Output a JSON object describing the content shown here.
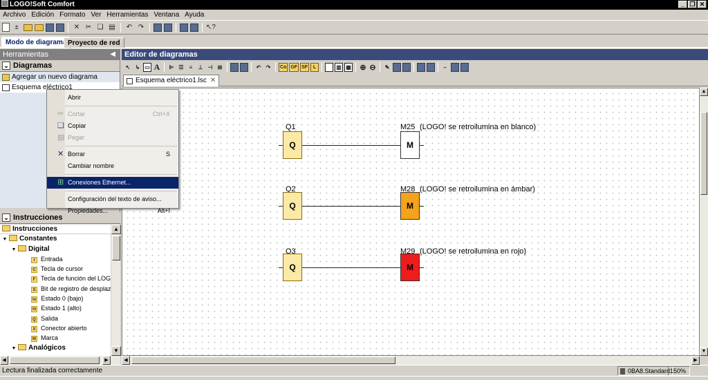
{
  "window": {
    "title": "LOGO!Soft Comfort"
  },
  "menubar": [
    "Archivo",
    "Edición",
    "Formato",
    "Ver",
    "Herramientas",
    "Ventana",
    "Ayuda"
  ],
  "mode_tabs": {
    "active": "Modo de diagrama",
    "inactive": "Proyecto de red"
  },
  "tools_panel": {
    "title": "Herramientas",
    "diagrams_header": "Diagramas",
    "items": [
      {
        "label": "Agregar un nuevo diagrama"
      },
      {
        "label": "Esquema eléctrico1"
      }
    ]
  },
  "context_menu": {
    "items": [
      {
        "label": "Abrir"
      },
      {
        "label": "Cortar",
        "shortcut": "Ctrl+X",
        "disabled": true
      },
      {
        "label": "Copiar"
      },
      {
        "label": "Pegar",
        "disabled": true
      },
      {
        "label": "Borrar",
        "shortcut": "S"
      },
      {
        "label": "Cambiar nombre"
      },
      {
        "label": "Conexiones Ethernet..."
      },
      {
        "label": "Configuración del texto de aviso..."
      },
      {
        "label": "Propiedades...",
        "shortcut": "Alt+I"
      }
    ]
  },
  "instructions": {
    "header": "Instrucciones",
    "tree": [
      {
        "label": "Instrucciones",
        "level": 0,
        "type": "folder"
      },
      {
        "label": "Constantes",
        "level": 1,
        "type": "folder"
      },
      {
        "label": "Digital",
        "level": 2,
        "type": "folder"
      },
      {
        "label": "Entrada",
        "badge": "I",
        "level": 3
      },
      {
        "label": "Tecla de cursor",
        "badge": "C",
        "level": 3
      },
      {
        "label": "Tecla de función del LOGO! T",
        "badge": "F",
        "level": 3
      },
      {
        "label": "Bit de registro de desplazam",
        "badge": "S",
        "level": 3
      },
      {
        "label": "Estado 0 (bajo)",
        "badge": "lo",
        "level": 3
      },
      {
        "label": "Estado 1 (alto)",
        "badge": "hi",
        "level": 3
      },
      {
        "label": "Salida",
        "badge": "Q",
        "level": 3
      },
      {
        "label": "Conector abierto",
        "badge": "X",
        "level": 3
      },
      {
        "label": "Marca",
        "badge": "M",
        "level": 3
      },
      {
        "label": "Analógicos",
        "level": 2,
        "type": "folder"
      }
    ]
  },
  "editor": {
    "title": "Editor de diagramas",
    "tab": "Esquema eléctrico1.lsc",
    "toolbar_labels": [
      "A",
      "Co",
      "GF",
      "SF",
      "L"
    ],
    "rungs": [
      {
        "output_label": "Q1",
        "output_block": "Q",
        "marker_label": "M25",
        "marker_block": "M",
        "comment": "(LOGO! se retroilumina en blanco)",
        "color": "#ffffff"
      },
      {
        "output_label": "Q2",
        "output_block": "Q",
        "marker_label": "M28",
        "marker_block": "M",
        "comment": "(LOGO! se retroilumina en ámbar)",
        "color": "#f5a21c"
      },
      {
        "output_label": "Q3",
        "output_block": "Q",
        "marker_label": "M29",
        "marker_block": "M",
        "comment": "(LOGO! se retroilumina en rojo)",
        "color": "#ee1c1c"
      }
    ]
  },
  "statusbar": {
    "message": "Lectura finalizada correctamente",
    "device": "0BA8.Standard",
    "zoom": "150%"
  },
  "colors": {
    "accent": "#0a246a",
    "panel": "#d4d0c8",
    "editor_header": "#3a4a7a"
  }
}
